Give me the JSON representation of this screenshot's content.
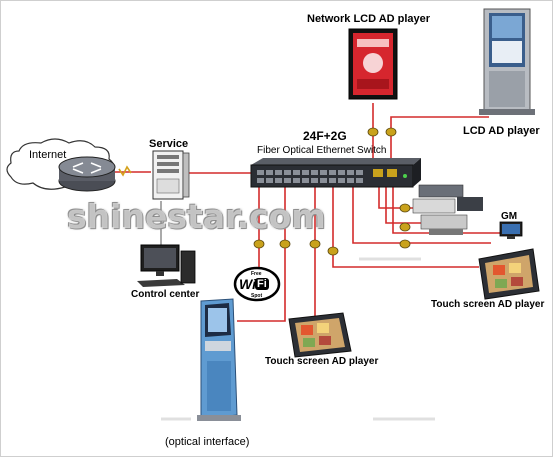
{
  "diagram": {
    "nodes": {
      "internet": "Internet",
      "service": "Service",
      "switch_model": "24F+2G",
      "switch_name": "Fiber Optical Ethernet Switch",
      "network_lcd": "Network LCD AD player",
      "lcd_ad": "LCD AD player",
      "gm": "GM",
      "control_center": "Control center",
      "touch_right": "Touch screen AD player",
      "touch_center": "Touch screen AD player",
      "optical": "(optical interface)",
      "wifi_top": "Free",
      "wifi_main": "Wi",
      "wifi_fi": "Fi",
      "wifi_bottom": "Spot"
    },
    "watermark": "shinestar.com",
    "colors": {
      "link": "#d42b2b",
      "link_gray": "#555555",
      "connector": "#c9a21c"
    }
  }
}
